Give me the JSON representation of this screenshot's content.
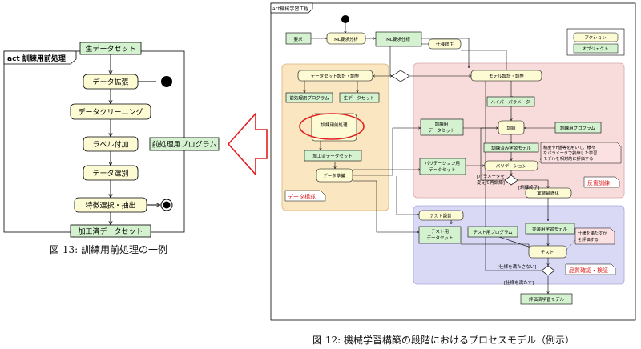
{
  "left": {
    "frame_label": "act 訓練用前処理",
    "dataset_in": "生データセット",
    "actions": [
      "データ拡張",
      "データクリーニング",
      "ラベル付加",
      "データ選別",
      "特徴選択・抽出"
    ],
    "dataset_out": "加工済データセット",
    "program": "前処理用プログラム",
    "caption": "図 13: 訓練用前処理の一例"
  },
  "right": {
    "frame_label": "act機械学習工程",
    "caption": "図 12: 機械学習構築の段階におけるプロセスモデル（例示）",
    "legend": {
      "action": "アクション",
      "object": "オブジェクト"
    },
    "objects": {
      "requirement": "要求",
      "ml_spec": "ML要求仕様",
      "preproc_program": "前処理用プログラム",
      "raw_dataset": "生データセット",
      "processed_dataset": "加工済データセット",
      "train_dataset": [
        "訓練用",
        "データセット"
      ],
      "train_program": "訓練用プログラム",
      "hyperparams": "ハイパーパラメータ",
      "trained_model": "訓練済み学習モデル",
      "validation_dataset": [
        "バリデーション用",
        "データセット"
      ],
      "test_dataset": [
        "テスト用",
        "データセット"
      ],
      "test_program": "テスト用プログラム",
      "deploy_model": "実装用学習モデル",
      "evaluated_model": "評価済学習モデル"
    },
    "actions": {
      "ml_analysis": "ML要求分析",
      "spec_fix": "仕様修正",
      "dataset_design": "データセット設計・調整",
      "train_preproc": "訓練用前処理",
      "data_prep": "データ準備",
      "model_design": "モデル設計・調整",
      "train": "訓練",
      "validation": "バリデーション",
      "deploy_opt": "実装最適化",
      "test_design": "テスト設計",
      "test": "テスト"
    },
    "guards": {
      "param_retrain": [
        "[パラメータを",
        "変えて再訓練]"
      ],
      "train_done": "[訓練終了]",
      "spec_unmet": "[仕様を満たさない]",
      "spec_met": "[仕様を満たす]"
    },
    "notes": {
      "validation_note": [
        "精度やF値等を用いて、様々",
        "なパラメータで訓練した学習",
        "モデルを相対的に評価する"
      ],
      "test_note": [
        "仕様を満たすか",
        "を評価する"
      ]
    },
    "regions": {
      "data_config": "データ構成",
      "iter_train": "反復訓練",
      "quality": "品質確認・検証"
    },
    "colors": {
      "object_fill": "#d4f2cf",
      "action_fill": "#fdfbd3",
      "data_region": "#fbe6c2",
      "train_region": "#f8dcdc",
      "quality_region": "#d9d9f6",
      "note_fill": "#fbe1e1",
      "highlight_ellipse": "#e02020",
      "big_arrow": "#e02020",
      "region_label": "#e02020"
    }
  }
}
